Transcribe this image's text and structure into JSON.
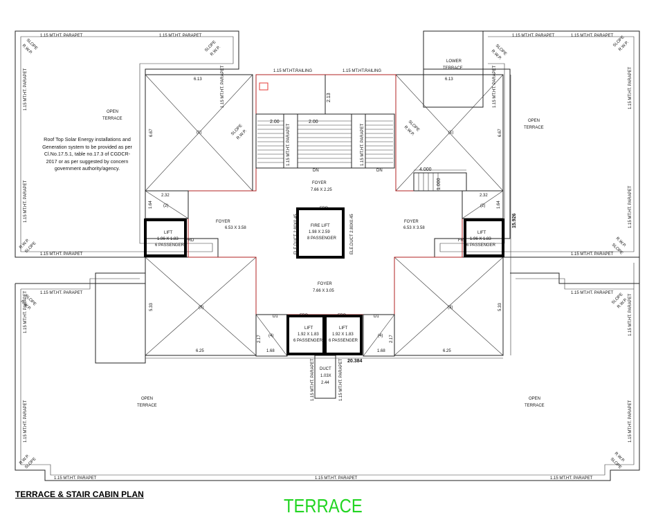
{
  "drawing_title": "TERRACE & STAIR CABIN PLAN",
  "sheet_label": "TERRACE",
  "note": "Roof Top Solar Energy installations and Generation system to be provided as per Cl.No.17.5.1, table no.17.3 of CGDCR-2017 or as per suggested by concern government authority/agency.",
  "parapet": "1.15 MT.HT. PARAPET",
  "railing": "1.15 MT.HT.RAILING",
  "open_terrace": [
    "OPEN",
    "TERRACE"
  ],
  "lower_terrace": [
    "LOWER",
    "TERRACE"
  ],
  "slope_rwp": [
    "SLOPE",
    "R.W.P."
  ],
  "rwp_slope": [
    "R.W.P.",
    "SLOPE"
  ],
  "dims": {
    "d613": "6.13",
    "d667": "6.67",
    "d232": "2.32",
    "d164": "1.64",
    "d533": "5.33",
    "d625": "6.25",
    "d217": "2.17",
    "d168": "1.68",
    "d213": "2.13",
    "d200": "2.00",
    "d4000": "4.000",
    "d1000": "1.000",
    "d15926": "15.926",
    "d20384": "20.384"
  },
  "rooms": {
    "foyer_top": [
      "FOYER",
      "7.66 X 2.25"
    ],
    "foyer_left": [
      "FOYER",
      "6.53 X 3.58"
    ],
    "foyer_right": [
      "FOYER",
      "6.53 X 3.58"
    ],
    "foyer_bottom": [
      "FOYER",
      "7.66 X 3.05"
    ],
    "lift_left": [
      "LIFT",
      "1.96 X 1.83",
      "6 PASSENGER"
    ],
    "lift_right": [
      "LIFT",
      "1.96 X 1.83",
      "6 PASSENGER"
    ],
    "lift_bottom_left": [
      "LIFT",
      "1.92 X 1.83",
      "6 PASSENGER"
    ],
    "lift_bottom_right": [
      "LIFT",
      "1.92 X 1.83",
      "6 PASSENGER"
    ],
    "fire_lift": [
      "FIRE LIFT",
      "1.98 X 2.59",
      "8 PASSENGER"
    ],
    "duct": [
      "DUCT",
      "1.03X",
      "2.44"
    ],
    "ele_duct": "ELE.DUCT 2.80X0.45",
    "frd": "FRD",
    "dn": "DN",
    "d1": "D1",
    "shafts": [
      "(1)",
      "(1)",
      "(2)",
      "(2)",
      "(3)",
      "(3)",
      "(4)",
      "(4)"
    ]
  }
}
